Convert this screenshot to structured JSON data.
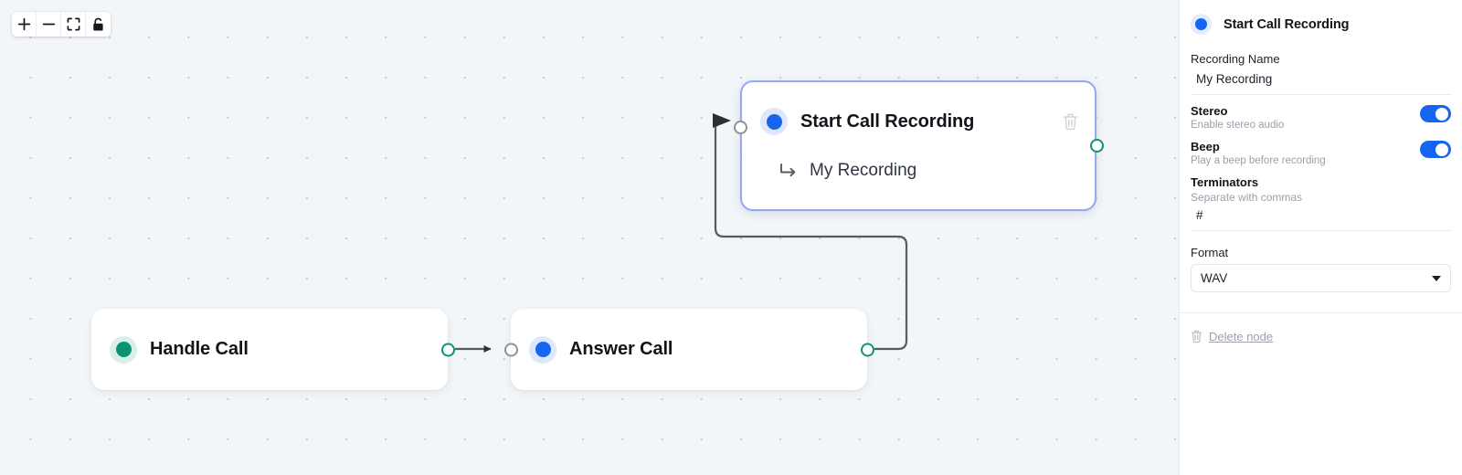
{
  "toolbar": {
    "buttons": [
      {
        "name": "zoom-in",
        "icon": "plus-icon",
        "label": "+"
      },
      {
        "name": "zoom-out",
        "icon": "minus-icon",
        "label": "−"
      },
      {
        "name": "fit-view",
        "icon": "fit-view-icon",
        "label": ""
      },
      {
        "name": "lock",
        "icon": "lock-icon",
        "label": ""
      }
    ]
  },
  "canvas": {
    "nodes": [
      {
        "id": "handle-call",
        "title": "Handle Call",
        "dot_color": "#0d9373",
        "halo_color": "#d8f0e8",
        "selected": false,
        "has_subtitle": false,
        "subtitle": "",
        "has_trash": false
      },
      {
        "id": "answer-call",
        "title": "Answer Call",
        "dot_color": "#1565f0",
        "halo_color": "#dde7fd",
        "selected": false,
        "has_subtitle": false,
        "subtitle": "",
        "has_trash": false
      },
      {
        "id": "start-call-recording",
        "title": "Start Call Recording",
        "dot_color": "#1565f0",
        "halo_color": "#dde7fd",
        "selected": true,
        "has_subtitle": true,
        "subtitle": "My Recording",
        "has_trash": true
      }
    ],
    "edge_color": "#565b63",
    "source_handle_color": "#0d9373",
    "target_handle_color": "#8d9198",
    "selection_border_color": "#93aaf0",
    "background_color": "#f2f6f9"
  },
  "panel": {
    "header": {
      "title": "Start Call Recording",
      "dot_color": "#1565f0"
    },
    "recording_name": {
      "label": "Recording Name",
      "value": "My Recording",
      "placeholder": "Recording Name"
    },
    "stereo": {
      "title": "Stereo",
      "description": "Enable stereo audio",
      "enabled": true
    },
    "beep": {
      "title": "Beep",
      "description": "Play a beep before recording",
      "enabled": true
    },
    "terminators": {
      "label": "Terminators",
      "description": "Separate with commas",
      "value": "#",
      "placeholder": "Terminators"
    },
    "format": {
      "label": "Format",
      "value": "WAV"
    },
    "delete": {
      "label": "Delete node",
      "icon": "trash-icon"
    },
    "accent_color": "#1565f0"
  }
}
